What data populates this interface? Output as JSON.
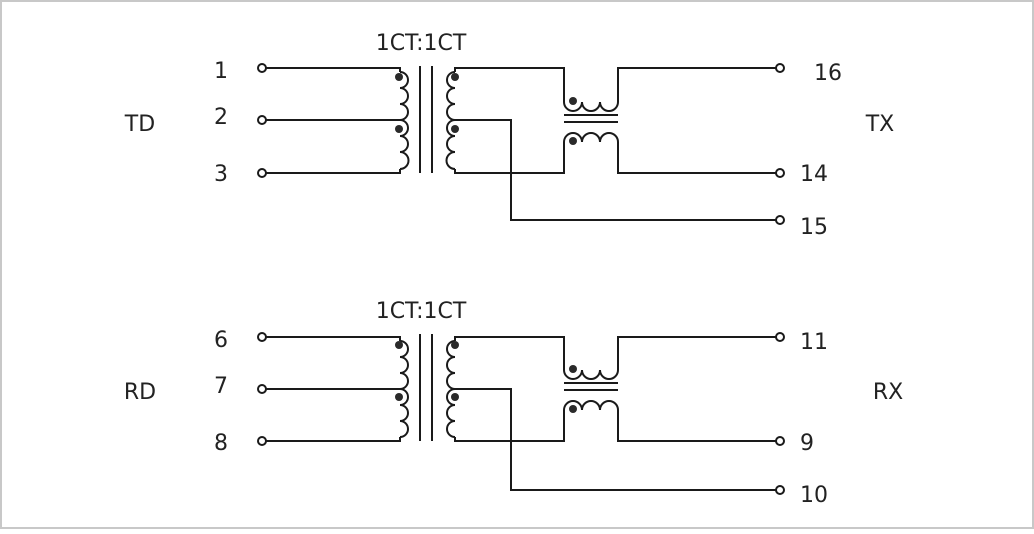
{
  "colors": {
    "line": "#1a1a1a",
    "border": "#c8c8c8",
    "dot": "#2a2a2a",
    "text": "#222222"
  },
  "blocks": [
    {
      "ratio": "1CT:1CT",
      "left_label": "TD",
      "right_label": "TX",
      "pins_left": [
        "1",
        "2",
        "3"
      ],
      "pins_right": [
        "16",
        "14",
        "15"
      ]
    },
    {
      "ratio": "1CT:1CT",
      "left_label": "RD",
      "right_label": "RX",
      "pins_left": [
        "6",
        "7",
        "8"
      ],
      "pins_right": [
        "11",
        "9",
        "10"
      ]
    }
  ]
}
